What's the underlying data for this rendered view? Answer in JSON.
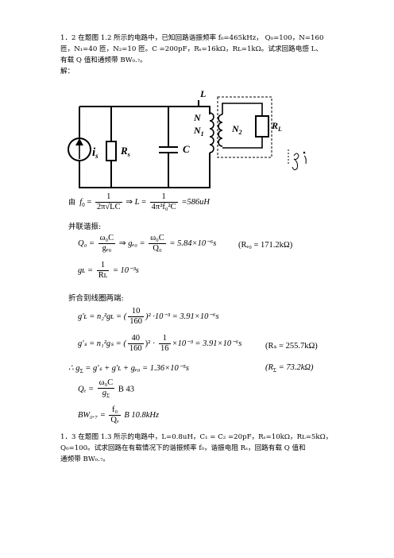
{
  "problem_1_2": {
    "line1": "1．2 在题图 1.2 所示的电路中，已知回路谐振频率 f₀=465kHz， Q₀=100，N=160",
    "line2": "匝，N₁=40 匝，N₂=10 匝。C =200pF，Rₛ=16kΩ，Rʟ=1kΩ。试求回路电感 L、",
    "line3": "有载 Q 值和通频带 BW₀.₇。",
    "solution_label": "解："
  },
  "circuit": {
    "labels": {
      "source": "i",
      "source_sub": "s",
      "rs": "R",
      "rs_sub": "s",
      "c": "C",
      "l": "L",
      "n": "N",
      "n1": "N",
      "n1_sub": "1",
      "n2": "N",
      "n2_sub": "2",
      "rl": "R",
      "rl_sub": "L",
      "gi_scribble": "g i"
    }
  },
  "eq1": {
    "prefix": "由",
    "f0": "f",
    "f0_sub": "0",
    "eq": "=",
    "num1": "1",
    "den1": "2π√LC",
    "implies": "⇒",
    "L": "L",
    "num2": "1",
    "den2": "4π²f₀²C",
    "result": "=586uH"
  },
  "parallel_label": "并联谐振:",
  "eq2": {
    "q0": "Q₀ =",
    "num_a": "ω₀C",
    "den_a": "gₑ₀",
    "implies": "⇒",
    "ge0": "gₑ₀ =",
    "num_b": "ω₀C",
    "den_b": "Q₀",
    "result": "= 5.84×10⁻⁶s",
    "note": "(Rₑ₀ = 171.2kΩ)"
  },
  "eq3": {
    "gl": "gʟ =",
    "num": "1",
    "den": "Rʟ",
    "result": "= 10⁻³s"
  },
  "fold_label": "折合到线圈两端:",
  "eq4": {
    "lhs": "g′ʟ = n₂²gʟ = (",
    "num": "10",
    "den": "160",
    "rest": ")² ·10⁻³ = 3.91×10⁻⁶s"
  },
  "eq5": {
    "lhs": "g′ₛ = n₁²gₛ = (",
    "num1": "40",
    "den1": "160",
    "mid": ")² ·",
    "num2": "1",
    "den2": "16",
    "rest": "×10⁻³ = 3.91×10⁻⁶s",
    "note": "(Rₛ = 255.7kΩ)"
  },
  "eq6": {
    "lhs": "∴ g",
    "sub": "Σ",
    "rest": "= g′ₛ + g′ʟ + gₑ₀ = 1.36×10⁻⁵s",
    "note_prefix": "(R",
    "note_sub": "Σ",
    "note_rest": "= 73.2kΩ)"
  },
  "eq7": {
    "lhs": "Qₑ =",
    "num": "ω₀C",
    "den_pre": "g",
    "den_sub": "Σ",
    "result": "B 43"
  },
  "eq8": {
    "lhs": "BW₀.₇ =",
    "num": "f₀",
    "den": "Qₑ",
    "result": "B 10.8kHz"
  },
  "problem_1_3": {
    "line1": "1．3 在题图 1.3 所示的电路中，L=0.8uH，C₁ = C₂ =20pF，Rₛ=10kΩ，Rʟ=5kΩ，",
    "line2": "Q₀=100。试求回路在有载情况下的谐振频率 f₀，谐振电阻 Rₛ，回路有载 Q 值和",
    "line3": "通频带 BW₀.₇。"
  }
}
